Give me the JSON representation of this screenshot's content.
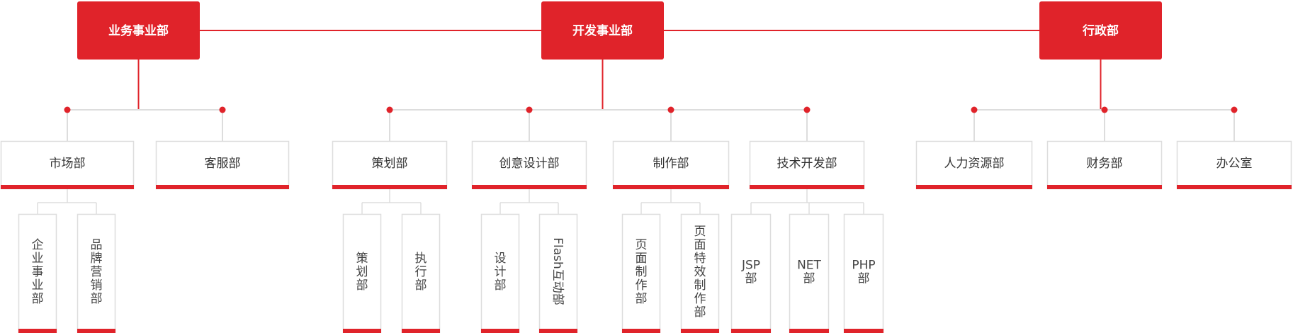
{
  "colors": {
    "accent": "#e0232a",
    "border": "#dddddd",
    "connector": "#cccccc"
  },
  "divisions": [
    {
      "name": "业务事业部",
      "departments": [
        {
          "name": "市场部",
          "units": [
            {
              "lines": [
                "企",
                "业",
                "事",
                "业",
                "部"
              ]
            },
            {
              "lines": [
                "品",
                "牌",
                "营",
                "销",
                "部"
              ]
            }
          ]
        },
        {
          "name": "客服部",
          "units": []
        }
      ]
    },
    {
      "name": "开发事业部",
      "departments": [
        {
          "name": "策划部",
          "units": [
            {
              "lines": [
                "策",
                "划",
                "部"
              ]
            },
            {
              "lines": [
                "执",
                "行",
                "部"
              ]
            }
          ]
        },
        {
          "name": "创意设计部",
          "units": [
            {
              "lines": [
                "设",
                "计",
                "部"
              ]
            },
            {
              "rotated": "Flash互动部"
            }
          ]
        },
        {
          "name": "制作部",
          "units": [
            {
              "lines": [
                "页",
                "面",
                "制",
                "作",
                "部"
              ]
            },
            {
              "lines": [
                "页",
                "面",
                "特",
                "效",
                "制",
                "作",
                "部"
              ]
            }
          ]
        },
        {
          "name": "技术开发部",
          "units": [
            {
              "lines": [
                "JSP",
                "部"
              ]
            },
            {
              "lines": [
                "NET",
                "部"
              ]
            },
            {
              "lines": [
                "PHP",
                "部"
              ]
            }
          ]
        }
      ]
    },
    {
      "name": "行政部",
      "departments": [
        {
          "name": "人力资源部",
          "units": []
        },
        {
          "name": "财务部",
          "units": []
        },
        {
          "name": "办公室",
          "units": []
        }
      ]
    }
  ]
}
